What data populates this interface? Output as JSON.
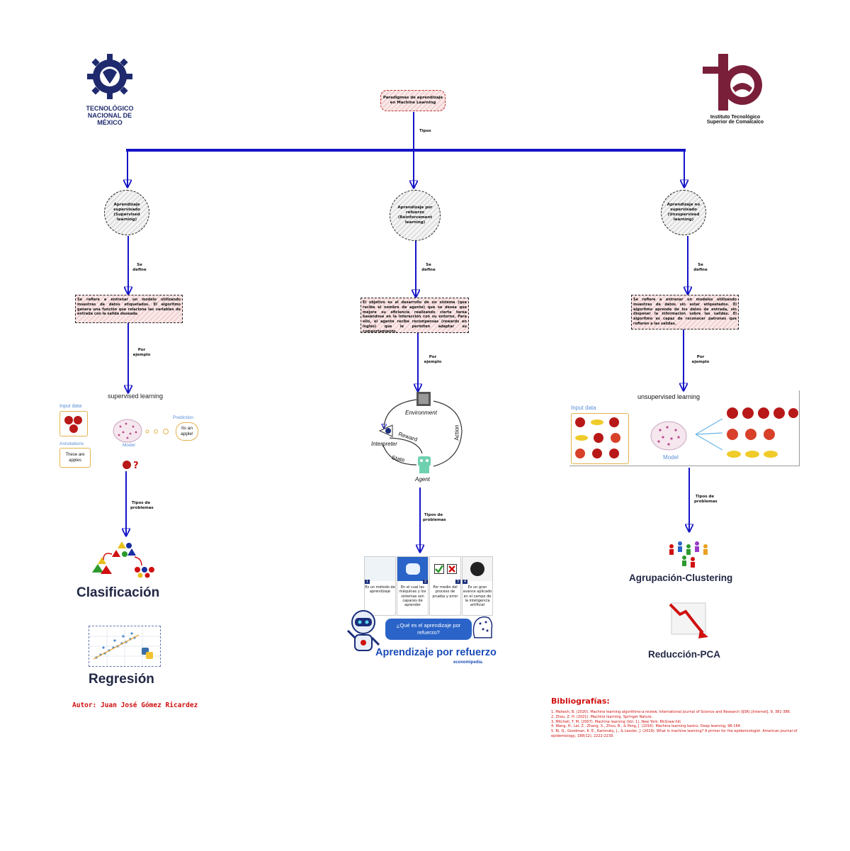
{
  "logo_left": {
    "line1": "TECNOLÓGICO",
    "line2": "NACIONAL DE MÉXICO"
  },
  "logo_right": {
    "line1": "Instituto Tecnológico",
    "line2": "Superior de Comalcalco"
  },
  "root": {
    "text": "Paradigmas de aprendizaje en Machine Learning"
  },
  "root_link": "Tipos",
  "link_define": "Se define",
  "link_example": "Por ejemplo",
  "link_problems": "Tipos de problemas",
  "branches": {
    "supervised": {
      "title": "Aprendizaje supervisado (Supervised learning)",
      "definition": "Se refiere a entrenar un modelo utilizando muestras de datos etiquetados. El algoritmo genera una función que relaciona las variables de entrada con la salida deseada.",
      "example_title": "supervised learning",
      "example_input": "Input data",
      "example_annotations": "Annotations",
      "example_annotation_text": "These are apples",
      "example_model": "Model",
      "example_prediction": "Prediction",
      "example_prediction_text": "Its an apple!",
      "problem1": "Clasificación",
      "problem2": "Regresión"
    },
    "reinforcement": {
      "title": "Aprendizaje por refuerzo (Reinforcement learning)",
      "definition": "El objetivo es el desarrollo de un sistema (que recibe el nombre de agente) que se desea que mejore su eficiencia realizando cierta tarea basándose en la interacción con su entorno. Para ello, el agente recibe recompensas (rewards en inglés) que le permiten adaptar su comportamiento.",
      "rl_environment": "Environment",
      "rl_interpreter": "Interpreter",
      "rl_reward": "Reward",
      "rl_state": "State",
      "rl_action": "Action",
      "rl_agent": "Agent",
      "cards": [
        {
          "num": "1",
          "text": "Es un método de aprendizaje"
        },
        {
          "num": "2",
          "text": "En el cual las máquinas y los sistemas son capaces de aprender"
        },
        {
          "num": "3",
          "text": "Por medio del proceso de prueba y error"
        },
        {
          "num": "4",
          "text": "Es un gran avance aplicado en el campo de la inteligencia artificial"
        }
      ],
      "banner_question": "¿Qué es el aprendizaje por refuerzo?",
      "banner_title": "Aprendizaje por refuerzo",
      "banner_brand": "economipedia."
    },
    "unsupervised": {
      "title": "Aprendizaje no supervisado (Unsupervised learning)",
      "definition": "Se refiere a entrenar un modelos utilizando muestras de datos sin estar etiquetados. El algoritmo aprende de los datos de entrada, sin disponer la información sobre las salidas. El algoritmo es capaz de reconocer patrones que refieren a las salidas.",
      "example_title": "unsupervised learning",
      "example_input": "Input data",
      "example_model": "Model",
      "problem1": "Agrupación-Clustering",
      "problem2": "Reducción-PCA"
    }
  },
  "author": "Autor: Juan José Gómez Ricardez",
  "bibliography_title": "Bibliografías:",
  "bibliography": [
    "1. Mahesh, B. (2020). Machine learning algorithms-a review. International Journal of Science and Research (IJSR).[Internet], 9, 381-386.",
    "2. Zhou, Z. H. (2021). Machine learning. Springer Nature.",
    "3. Mitchell, T. M. (2007). Machine learning (Vol. 1). New York: McGraw-hill.",
    "4. Wang, H., Lei, Z., Zhang, X., Zhou, B., & Peng, J. (2016). Machine learning basics. Deep learning, 98-164.",
    "5. Bi, Q., Goodman, K. E., Kaminsky, J., & Lessler, J. (2019). What is machine learning? A primer for the epidemiologist. American journal of epidemiology, 188(12), 2222-2239."
  ],
  "colors": {
    "arrow": "#1414c8",
    "accent_red": "#d01010",
    "title_navy": "#222845",
    "logo_navy": "#1f2a6e",
    "logo_maroon": "#7a1f3a"
  }
}
